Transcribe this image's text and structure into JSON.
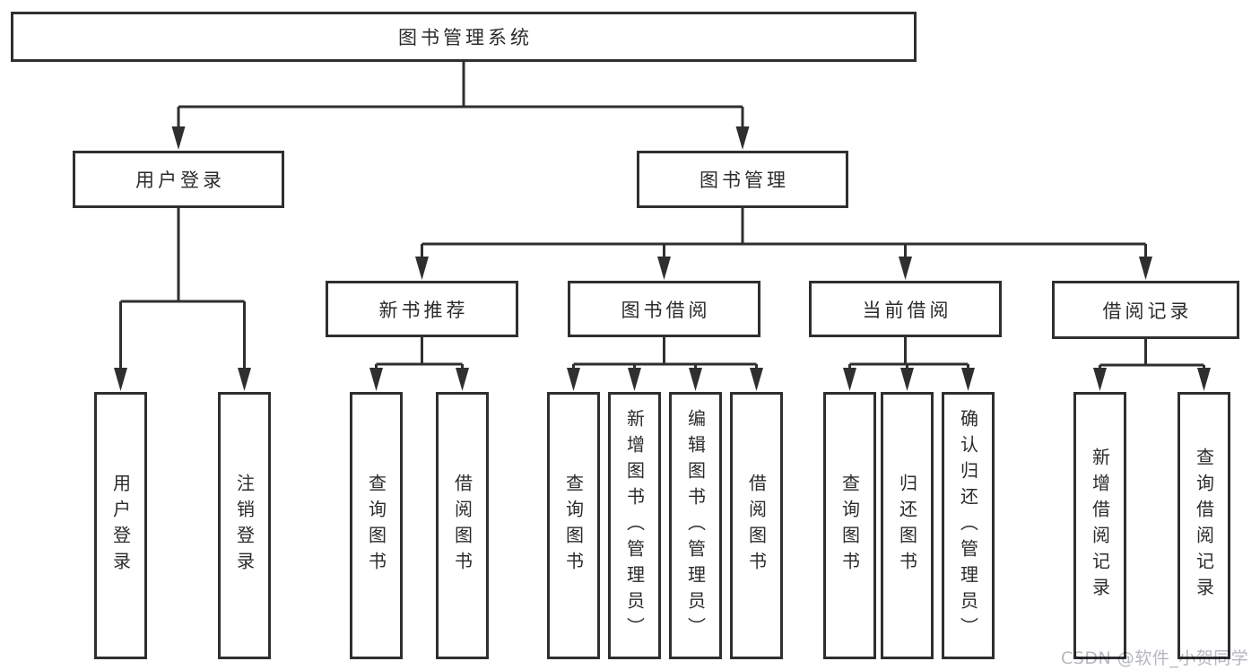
{
  "diagram": {
    "root": {
      "label": "图书管理系统"
    },
    "branches": [
      {
        "label": "用户登录",
        "children": [
          {
            "label": "用户登录"
          },
          {
            "label": "注销登录"
          }
        ]
      },
      {
        "label": "图书管理",
        "children": [
          {
            "label": "新书推荐",
            "children": [
              {
                "label": "查询图书"
              },
              {
                "label": "借阅图书"
              }
            ]
          },
          {
            "label": "图书借阅",
            "children": [
              {
                "label": "查询图书"
              },
              {
                "label": "新增图书（管理员）"
              },
              {
                "label": "编辑图书（管理员）"
              },
              {
                "label": "借阅图书"
              }
            ]
          },
          {
            "label": "当前借阅",
            "children": [
              {
                "label": "查询图书"
              },
              {
                "label": "归还图书"
              },
              {
                "label": "确认归还（管理员）"
              }
            ]
          },
          {
            "label": "借阅记录",
            "children": [
              {
                "label": "新增借阅记录"
              },
              {
                "label": "查询借阅记录"
              }
            ]
          }
        ]
      }
    ]
  },
  "colors": {
    "line": "#2f2f2f",
    "box_background": "#ffffff",
    "watermark": "#b3b7c0"
  },
  "watermark": {
    "text": "CSDN @软件_小贺同学"
  }
}
